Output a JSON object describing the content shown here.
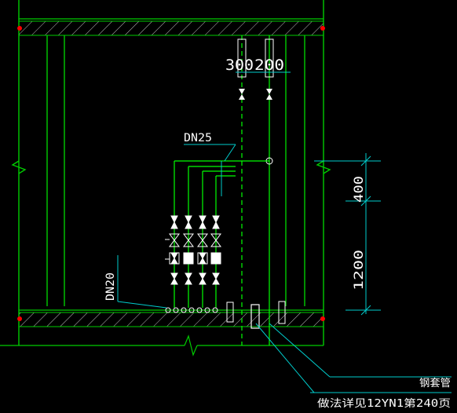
{
  "colors": {
    "background": "#000000",
    "wall": "#00cc00",
    "pipe": "#00ff00",
    "dimension": "#00cccc",
    "text": "#ffffff",
    "valve": "#ffffff",
    "hatch": "#cccccc",
    "hanger": "#ff0000"
  },
  "labels": {
    "spacing_300": "300",
    "spacing_200": "200",
    "dn25": "DN25",
    "dn20": "DN20",
    "dim_400": "400",
    "dim_1200": "1200",
    "steel_sleeve": "钢套管",
    "practice_note": "做法详见12YN1第240页"
  }
}
